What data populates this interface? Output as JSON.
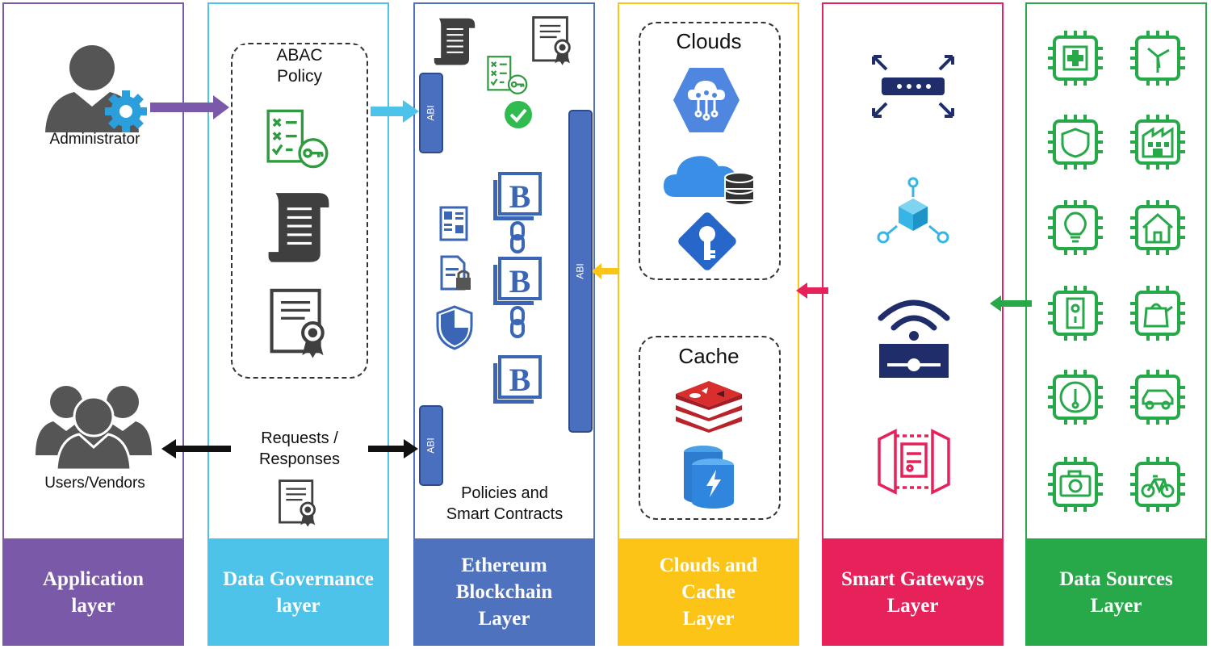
{
  "layers": [
    {
      "title": "Application\nlayer",
      "color": "#7a59a8"
    },
    {
      "title": "Data Governance\nlayer",
      "color": "#4ec3ea"
    },
    {
      "title": "Ethereum\nBlockchain\nLayer",
      "color": "#4e72bd"
    },
    {
      "title": "Clouds and\nCache\nLayer",
      "color": "#fbc417"
    },
    {
      "title": "Smart Gateways\nLayer",
      "color": "#e7215a"
    },
    {
      "title": "Data Sources\nLayer",
      "color": "#27a94a"
    }
  ],
  "application": {
    "admin_label": "Administrator",
    "users_label": "Users/Vendors"
  },
  "governance": {
    "policy_label": "ABAC\nPolicy",
    "requests_label": "Requests /\nResponses"
  },
  "blockchain": {
    "abi_label": "ABI",
    "policies_label": "Policies and\nSmart Contracts"
  },
  "clouds": {
    "clouds_label": "Clouds",
    "cache_label": "Cache"
  },
  "icons": [
    "administrator-gear",
    "users-group",
    "checklist-key",
    "scroll-document",
    "certificate",
    "blockchain-blocks",
    "cloud-network",
    "cloud-database",
    "key-diamond",
    "redis-cache",
    "dynamo-cache",
    "router",
    "iot-hub",
    "wifi-gateway",
    "gateway-frame",
    "medical-chip",
    "windmill-chip",
    "badge-chip",
    "factory-chip",
    "bulb-chip",
    "house-chip",
    "switch-chip",
    "kettle-chip",
    "gauge-chip",
    "car-chip",
    "camera-chip",
    "bicycle-chip"
  ]
}
